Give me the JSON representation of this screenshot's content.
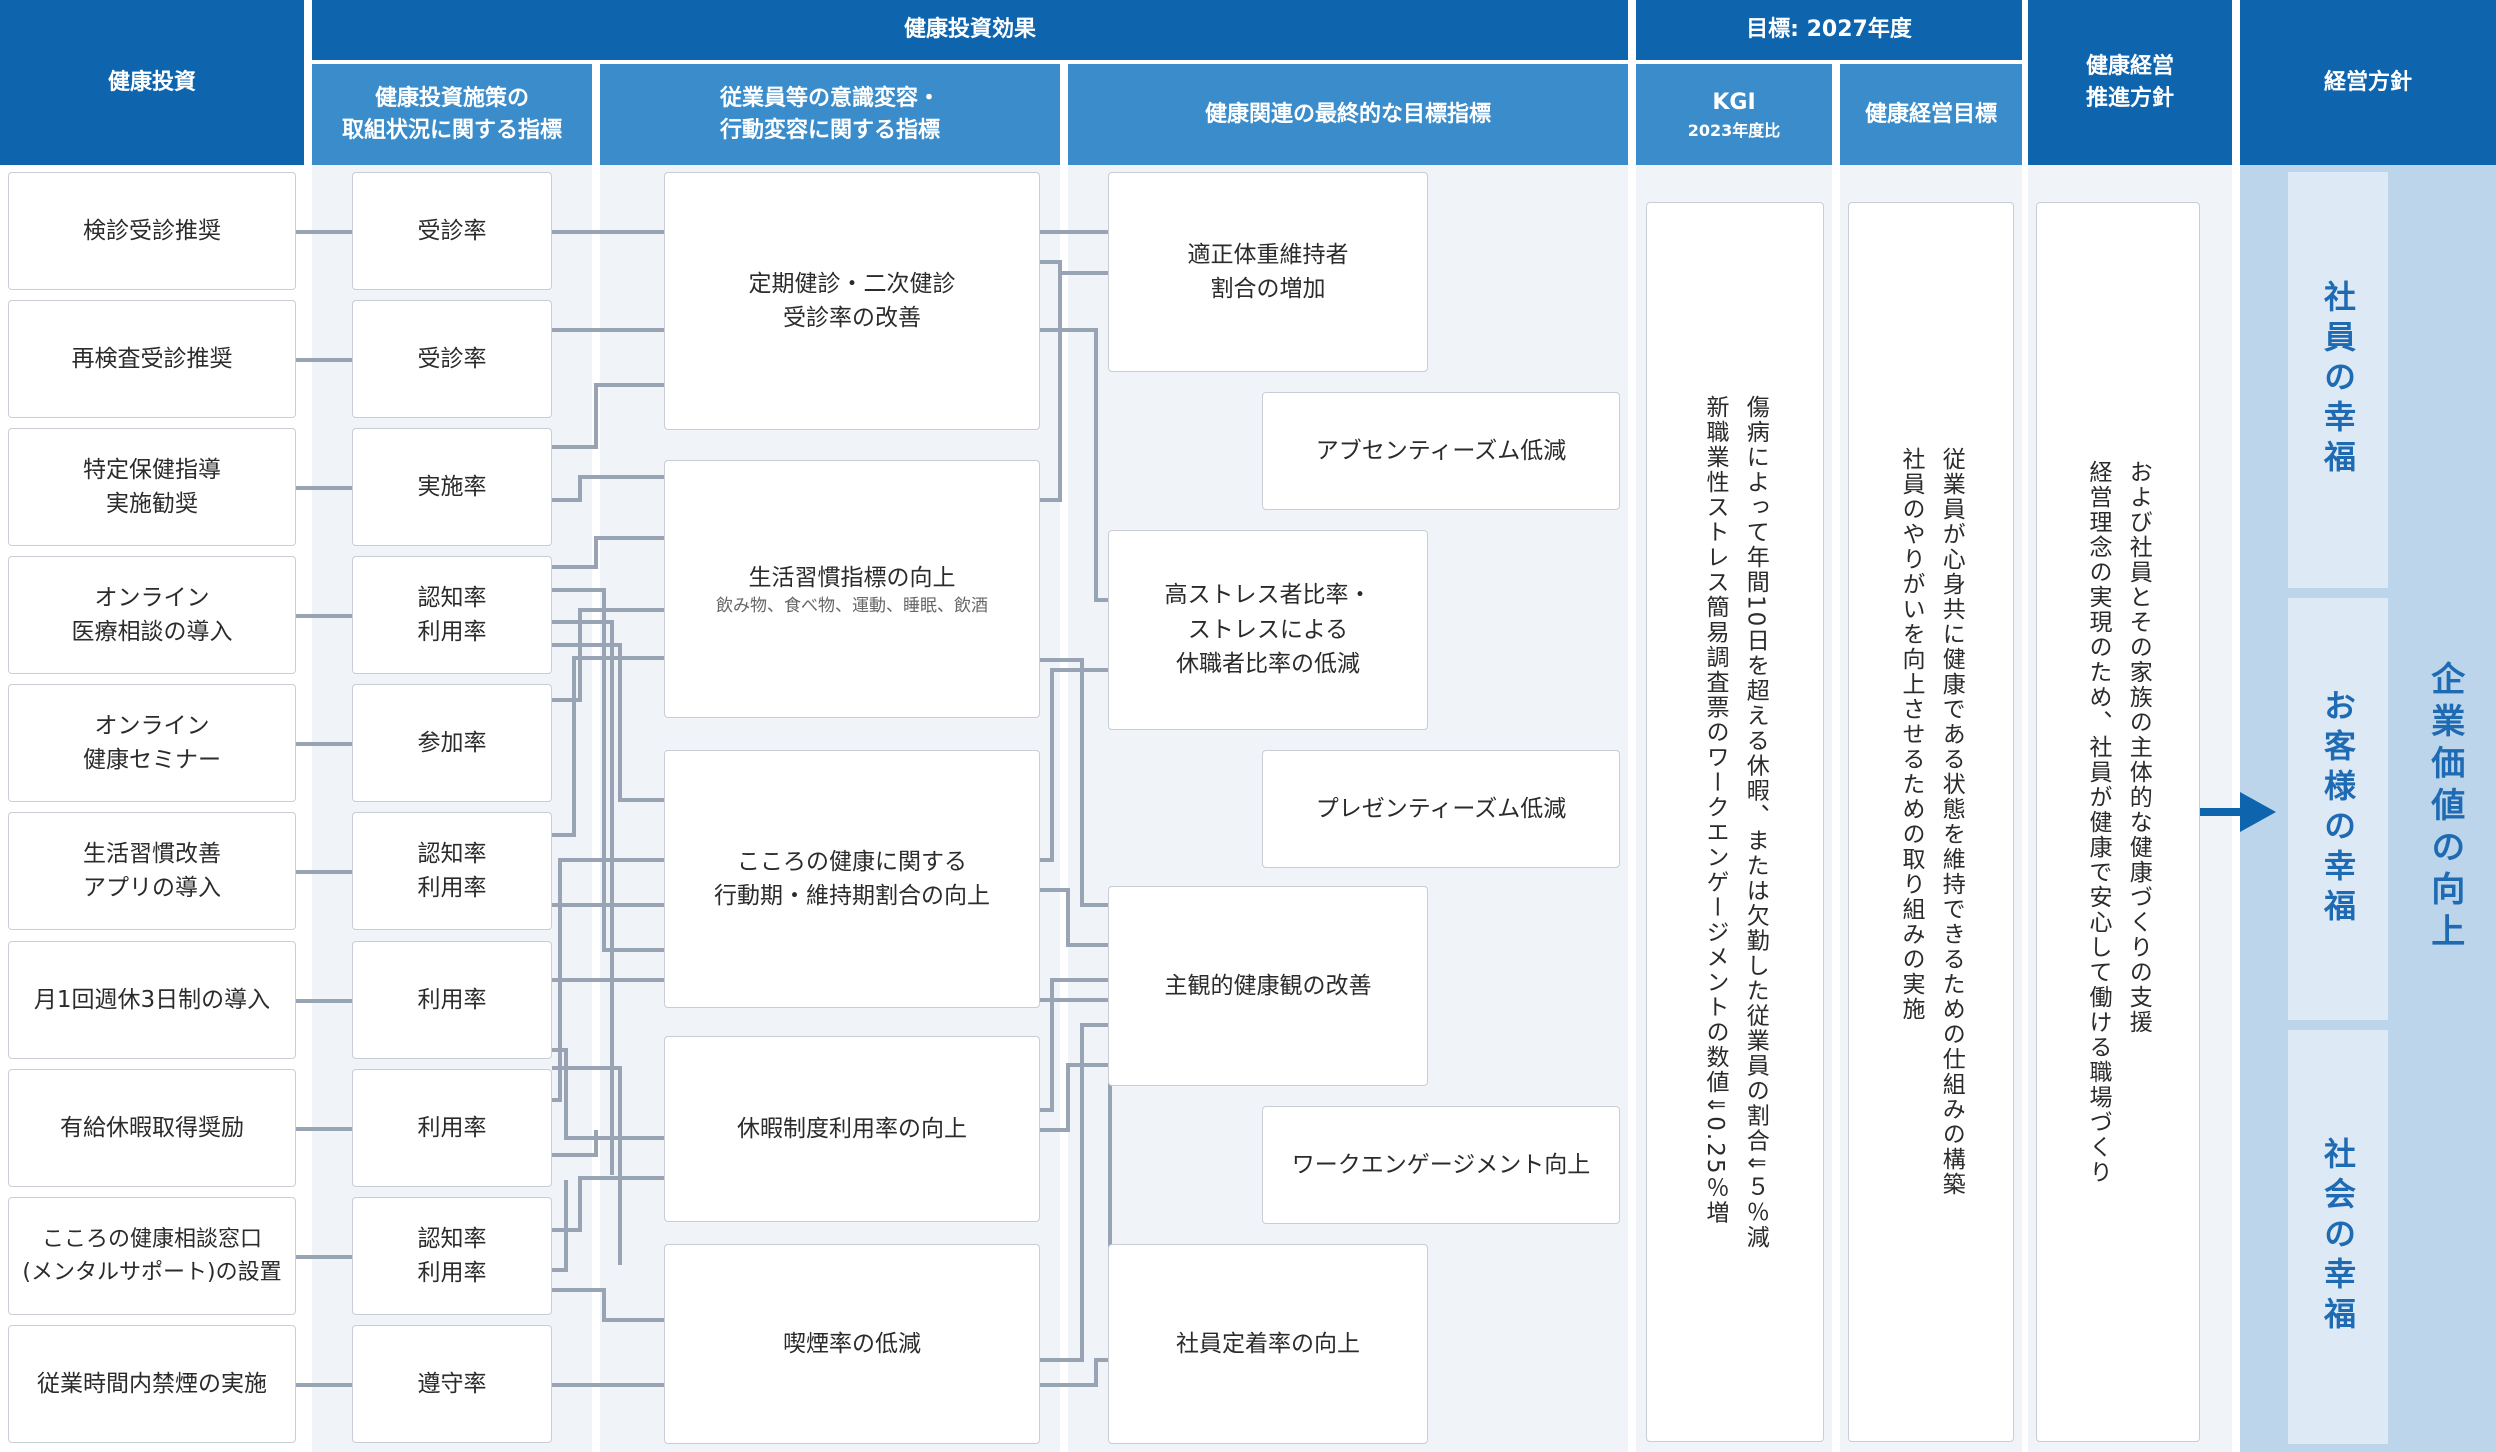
{
  "headers": {
    "investment": "健康投資",
    "effect": "健康投資効果",
    "effect_sub1": "健康投資施策の\n取組状況に関する指標",
    "effect_sub2": "従業員等の意識変容・\n行動変容に関する指標",
    "effect_sub3": "健康関連の最終的な目標指標",
    "goal": "目標: 2027年度",
    "kgi": "KGI",
    "kgi_sub": "2023年度比",
    "management_goal": "健康経営目標",
    "promotion_policy": "健康経営\n推進方針",
    "management_policy": "経営方針"
  },
  "investments": [
    "検診受診推奨",
    "再検査受診推奨",
    "特定保健指導\n実施勧奨",
    "オンライン\n医療相談の導入",
    "オンライン\n健康セミナー",
    "生活習慣改善\nアプリの導入",
    "月1回週休3日制の導入",
    "有給休暇取得奨励",
    "こころの健康相談窓口\n(メンタルサポート)の設置",
    "従業時間内禁煙の実施"
  ],
  "indicators": [
    "受診率",
    "受診率",
    "実施率",
    "認知率\n利用率",
    "参加率",
    "認知率\n利用率",
    "利用率",
    "利用率",
    "認知率\n利用率",
    "遵守率"
  ],
  "behaviors": [
    {
      "label": "定期健診・二次健診\n受診率の改善",
      "note": ""
    },
    {
      "label": "生活習慣指標の向上",
      "note": "飲み物、食べ物、運動、睡眠、飲酒"
    },
    {
      "label": "こころの健康に関する\n行動期・維持期割合の向上",
      "note": ""
    },
    {
      "label": "休暇制度利用率の向上",
      "note": ""
    },
    {
      "label": "喫煙率の低減",
      "note": ""
    }
  ],
  "final_targets": [
    "適正体重維持者\n割合の増加",
    "アブセンティーズム低減",
    "高ストレス者比率・\nストレスによる\n休職者比率の低減",
    "プレゼンティーズム低減",
    "主観的健康観の改善",
    "ワークエンゲージメント向上",
    "社員定着率の向上"
  ],
  "kgi_text": "傷病によって年間10日を超える休暇、または欠勤した従業員の割合⇓５％減\n新職業性ストレス簡易調査票のワークエンゲージメントの数値⇓0.25％増",
  "management_goal_text": "従業員が心身共に健康である状態を維持できるための仕組みの構築\n社員のやりがいを向上させるための取り組みの実施",
  "promotion_policy_text": "および社員とその家族の主体的な健康づくりの支援\n経営理念の実現のため、社員が健康で安心して働ける職場づくり",
  "happiness": [
    "社員の幸福",
    "お客様の幸福",
    "社会の幸福"
  ],
  "corporate_value": "企業価値の向上",
  "colors": {
    "header_dark": "#0f64ae",
    "header_light": "#3b8ccb",
    "arrow": "#98a3b3",
    "accent_text": "#1e6bb3",
    "right_panel": "#bcd5ea",
    "happy_panel": "#dde9f4"
  }
}
